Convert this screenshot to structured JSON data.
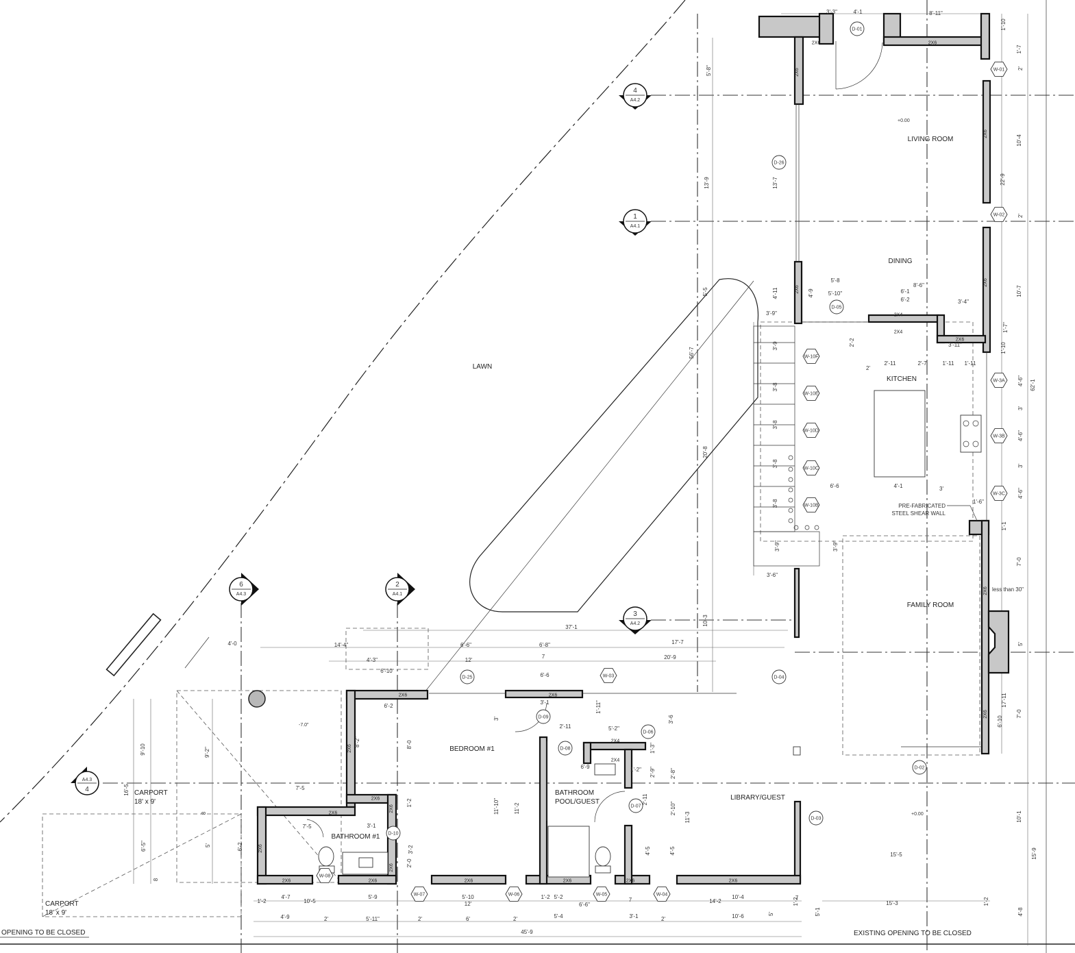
{
  "rooms": {
    "living": "LIVING ROOM",
    "dining": "DINING",
    "kitchen": "KITCHEN",
    "family": "FAMILY  ROOM",
    "lawn": "LAWN",
    "bedroom1": "BEDROOM #1",
    "bathroom1": "BATHROOM #1",
    "bath_pool_1": "BATHROOM",
    "bath_pool_2": "POOL/GUEST",
    "library": "LIBRARY/GUEST",
    "carport1_a": "CARPORT",
    "carport1_b": "18' x 9'",
    "carport2_a": "CARPORT",
    "carport2_b": "18' x 9'"
  },
  "notes": {
    "shear_a": "PRE-FABRICATED",
    "shear_b": "STEEL SHEAR WALL",
    "less_than": "less than 30\"",
    "opening_left": "OPENING TO BE CLOSED",
    "opening_right": "EXISTING OPENING TO BE CLOSED",
    "elev1": "+0.00",
    "elev2": "+0.00",
    "elev3": "-7.0\""
  },
  "sections": [
    {
      "num": "4",
      "sheet": "A4.2"
    },
    {
      "num": "1",
      "sheet": "A4.1"
    },
    {
      "num": "3",
      "sheet": "A4.2"
    },
    {
      "num": "6",
      "sheet": "A4.3"
    },
    {
      "num": "2",
      "sheet": "A4.1"
    },
    {
      "num": "4",
      "sheet": "A4.3"
    }
  ],
  "doors": [
    "D-01",
    "D-26",
    "D-05",
    "D-25",
    "D-04",
    "D-09",
    "D-08",
    "D-06",
    "D-07",
    "D-10",
    "D-03",
    "D-02"
  ],
  "windows": [
    "W-01",
    "W-02",
    "W-3A",
    "W-3B",
    "W-3C",
    "W-10F",
    "W-10E",
    "W-10D",
    "W-10C",
    "W-10B",
    "W-08",
    "W-07",
    "W-06",
    "W-05",
    "W-04",
    "W-03"
  ],
  "wall_tags": [
    "2X6",
    "2X6",
    "2X6",
    "2X6",
    "2X6",
    "2X6",
    "2X4",
    "2X4",
    "2X6",
    "2X6",
    "2X6",
    "2X6",
    "2X6",
    "2X6",
    "2X6",
    "2X6",
    "2X6",
    "2X6",
    "2X6",
    "2X6",
    "2X6",
    "2X6",
    "2X4",
    "2X4",
    "2X6",
    "2X6",
    "2X6"
  ],
  "dims": {
    "top": [
      "3'-3\"",
      "4'-1",
      "8'-11\""
    ],
    "right": [
      "1'-10",
      "1'-7",
      "2'",
      "10'-4",
      "22'-9",
      "2'",
      "10'-7",
      "1'-7\"",
      "1'-10",
      "4'-6\"",
      "62'-1",
      "3'",
      "4'-6\"",
      "3'",
      "4'-6\"",
      "1'-1",
      "7'-0",
      "5'",
      "17'-11",
      "7'-0",
      "6'-10",
      "10'-1",
      "15'-9",
      "4'-8"
    ],
    "left_mid": [
      "5'-8\"",
      "13'-9",
      "56'-7",
      "20'-8",
      "10'-3",
      "5'-5",
      "13'-7",
      "4'-11",
      "3'-9\"",
      "3'-9",
      "3'-8",
      "3'-8",
      "3'-8",
      "3'-8",
      "3'-9\"",
      "3'-6\"",
      "3'-9\""
    ],
    "kitchen": [
      "5'-8",
      "5'-10\"",
      "4'-9",
      "8'-6\"",
      "6'-1",
      "6'-2",
      "3'-4\"",
      "2'-2",
      "2'-11",
      "2'-7",
      "1'-11",
      "1'-11",
      "3'-11\"",
      "2'",
      "6'-6",
      "4'-1",
      "3'",
      "1'-6\""
    ],
    "mid": [
      "37'-1",
      "17'-7",
      "14'-4\"",
      "6'-6\"",
      "6'-8\"",
      "4'-3\"",
      "12'",
      "7",
      "20'-9",
      "4'-0",
      "6'-10",
      "6'-6",
      "6'-2",
      "8'-2\"",
      "8'-0",
      "3'",
      "3'-1",
      "2'-11",
      "1'-11\"",
      "5'-2\"",
      "3'-6",
      "1'-3\"",
      "2'-9\"",
      "2'-8\"",
      "1'-2\"",
      "6'-9",
      "2'-10\"",
      "2'-11",
      "11'-3",
      "11'-10\"",
      "11'-2",
      "7'-5",
      "3'-1",
      "7'-5",
      "9'-10",
      "9'-2\"",
      "16'-5",
      "8",
      "6'-5\"",
      "5'",
      "6'-2",
      "8",
      "4'-5",
      "4'-5",
      "3'-2",
      "1'-2",
      "2'-0"
    ],
    "bottom": [
      "4'-7",
      "10'-5",
      "5'-9",
      "5'-10",
      "12'",
      "5'-2",
      "6'-6\"",
      "7",
      "14'-2",
      "10'-4",
      "7",
      "15'-3",
      "4'-9",
      "2'",
      "5'-11\"",
      "2'",
      "6'",
      "2'",
      "5'-4",
      "3'-1",
      "2'",
      "10'-6",
      "5'",
      "5'-1",
      "45'-9",
      "15'-5",
      "1'-2",
      "1'-2",
      "1'-2",
      "1'-2"
    ]
  }
}
